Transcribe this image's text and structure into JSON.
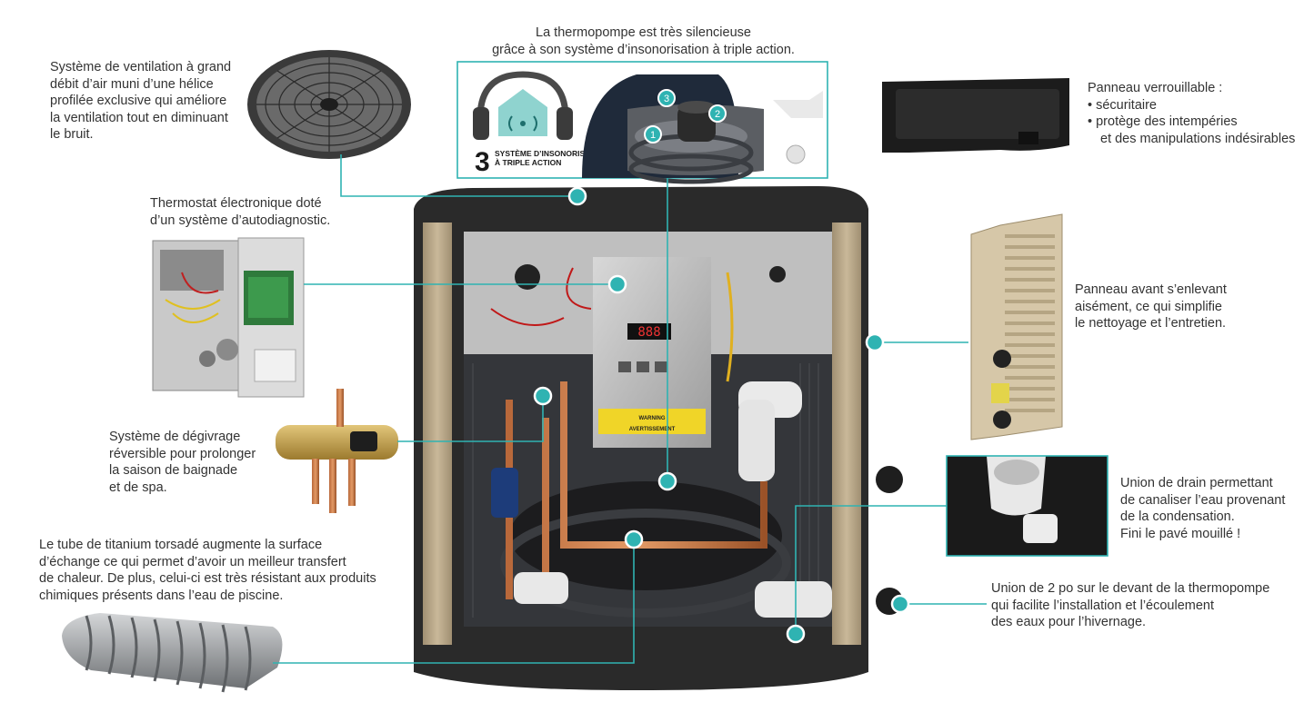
{
  "colors": {
    "accent": "#2fb3b2",
    "unit_body": "#2a2a2a",
    "unit_panel": "#b9a88c",
    "text": "#333333"
  },
  "labels": {
    "fan": [
      "Système de ventilation à grand",
      "débit d’air muni d’une hélice",
      "profilée exclusive qui améliore",
      "la ventilation tout en diminuant",
      "le bruit."
    ],
    "silent": [
      "La thermopompe est très silencieuse",
      "grâce à son système d’insonorisation à triple action."
    ],
    "lock_panel": {
      "title": "Panneau verrouillable :",
      "bullets": [
        "sécuritaire",
        "protège des intempéries",
        "et des manipulations indésirables"
      ]
    },
    "thermostat": [
      "Thermostat électronique doté",
      "d’un système d’autodiagnostic."
    ],
    "front_panel": [
      "Panneau avant s’enlevant",
      "aisément, ce qui simplifie",
      "le nettoyage et l’entretien."
    ],
    "defrost": [
      "Système de dégivrage",
      "réversible pour prolonger",
      "la saison de baignade",
      "et de spa."
    ],
    "drain": [
      "Union de drain permettant",
      "de canaliser l’eau provenant",
      "de la condensation.",
      "Fini le pavé mouillé !"
    ],
    "titanium": [
      "Le tube de titanium torsadé augmente la surface",
      "d’échange ce qui permet d’avoir un meilleur transfert",
      "de chaleur. De plus, celui-ci est très résistant aux produits",
      "chimiques présents dans l’eau de piscine."
    ],
    "union": [
      "Union de 2 po sur le devant de la thermopompe",
      "qui facilite l’installation et l’écoulement",
      "des eaux pour l’hivernage."
    ]
  },
  "insulation_badge": {
    "number": "3",
    "line1": "SYSTÈME D’INSONORISATION",
    "line2": "À TRIPLE ACTION",
    "steps": [
      "1",
      "2",
      "3"
    ]
  },
  "control_panel": {
    "display": "888",
    "warning": "WARNING",
    "avertissement": "AVERTISSEMENT"
  }
}
